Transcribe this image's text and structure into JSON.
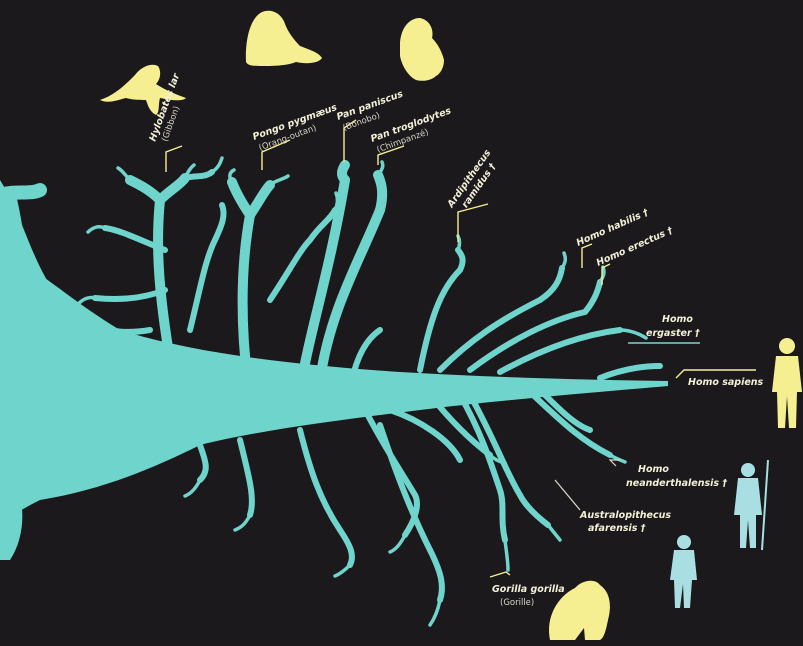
{
  "colors": {
    "background": "#1b191c",
    "tree": "#6fd5cc",
    "silhouette_yellow": "#f6ef92",
    "silhouette_teal": "#a9dfe2",
    "label_text": "#f4f0d8"
  },
  "labels": {
    "hylobates": {
      "line1": "Hylobates lar",
      "line2": "(Gibbon)"
    },
    "pongo": {
      "line1": "Pongo pygmæus",
      "line2": "(Orang-outan)"
    },
    "pan_paniscus": {
      "line1": "Pan paniscus",
      "line2": "(Bonobo)"
    },
    "pan_troglodytes": {
      "line1": "Pan troglodytes",
      "line2": "(Chimpanzé)"
    },
    "ardipithecus": {
      "line1": "Ardipithecus",
      "line2": "ramidus †"
    },
    "homo_habilis": {
      "line1": "Homo habilis †"
    },
    "homo_erectus": {
      "line1": "Homo erectus †"
    },
    "homo_ergaster": {
      "line1": "Homo",
      "line2": "ergaster †"
    },
    "homo_sapiens": {
      "line1": "Homo sapiens"
    },
    "homo_neanderthalensis": {
      "line1": "Homo",
      "line2": "neanderthalensis †"
    },
    "australopithecus": {
      "line1": "Australopithecus",
      "line2": "afarensis †"
    },
    "gorilla": {
      "line1": "Gorilla gorilla",
      "line2": "(Gorille)"
    }
  },
  "silhouettes": [
    "gibbon-icon",
    "orangutan-icon",
    "bonobo-icon",
    "human-icon",
    "neanderthal-icon",
    "australopithecus-icon",
    "gorilla-icon"
  ]
}
